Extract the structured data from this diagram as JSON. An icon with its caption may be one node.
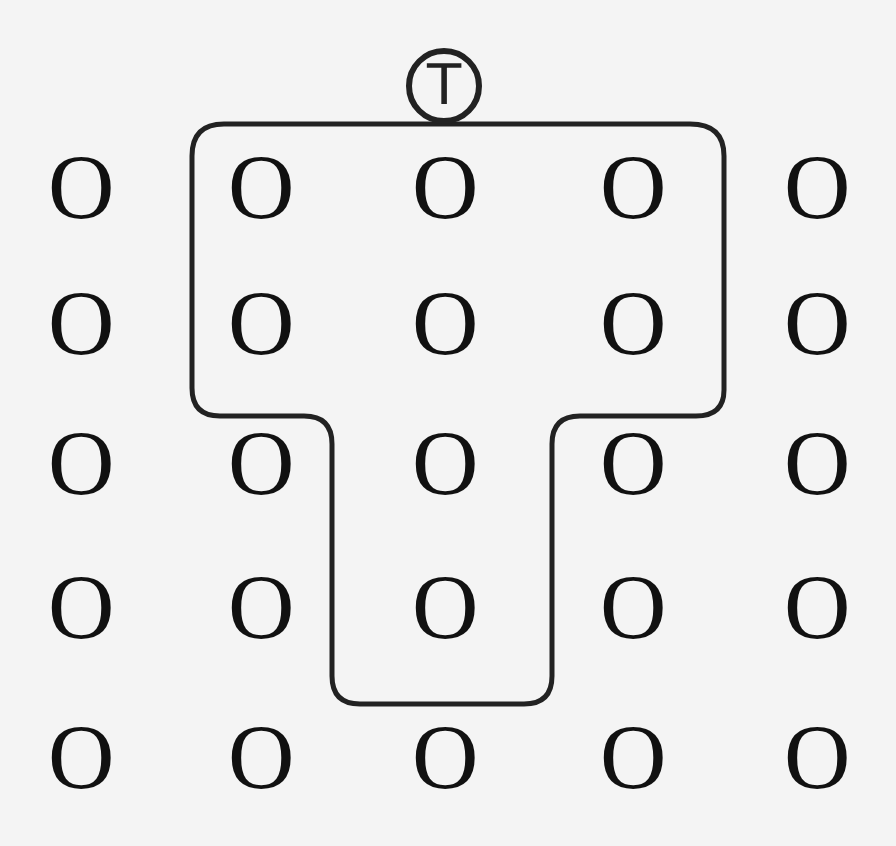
{
  "diagram": {
    "nodes": [
      {
        "text": [
          "T"
        ]
      }
    ],
    "labels": [
      "O",
      "O",
      "O",
      "O",
      "O",
      "O",
      "O",
      "O",
      "O",
      "O",
      "O",
      "O",
      "O",
      "O",
      "O",
      "O",
      "O",
      "O",
      "O",
      "O",
      "O",
      "O",
      "O",
      "O",
      "O"
    ]
  }
}
